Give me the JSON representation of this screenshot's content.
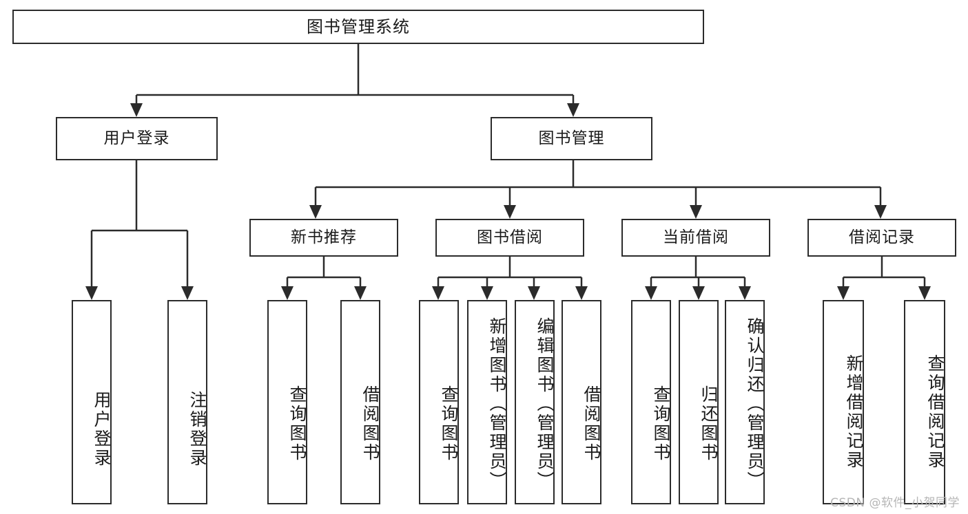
{
  "diagram": {
    "title": "图书管理系统",
    "type": "hierarchy-tree",
    "root": {
      "label": "图书管理系统"
    },
    "level2": [
      {
        "label": "用户登录"
      },
      {
        "label": "图书管理"
      }
    ],
    "level3": [
      {
        "label": "新书推荐"
      },
      {
        "label": "图书借阅"
      },
      {
        "label": "当前借阅"
      },
      {
        "label": "借阅记录"
      }
    ],
    "leaves": {
      "user_login": [
        {
          "label": "用户登录"
        },
        {
          "label": "注销登录"
        }
      ],
      "new_book_recommend": [
        {
          "label": "查询图书"
        },
        {
          "label": "借阅图书"
        }
      ],
      "book_borrow": [
        {
          "label": "查询图书"
        },
        {
          "label": "新增图书（管理员）"
        },
        {
          "label": "编辑图书（管理员）"
        },
        {
          "label": "借阅图书"
        }
      ],
      "current_borrow": [
        {
          "label": "查询图书"
        },
        {
          "label": "归还图书"
        },
        {
          "label": "确认归还（管理员）"
        }
      ],
      "borrow_record": [
        {
          "label": "新增借阅记录"
        },
        {
          "label": "查询借阅记录"
        }
      ]
    }
  },
  "watermark": {
    "text": "CSDN @软件_小贺同学"
  },
  "colors": {
    "stroke": "#2b2b2b",
    "background": "#ffffff",
    "text": "#1a1a1a",
    "watermark": "#b6b6b6"
  }
}
